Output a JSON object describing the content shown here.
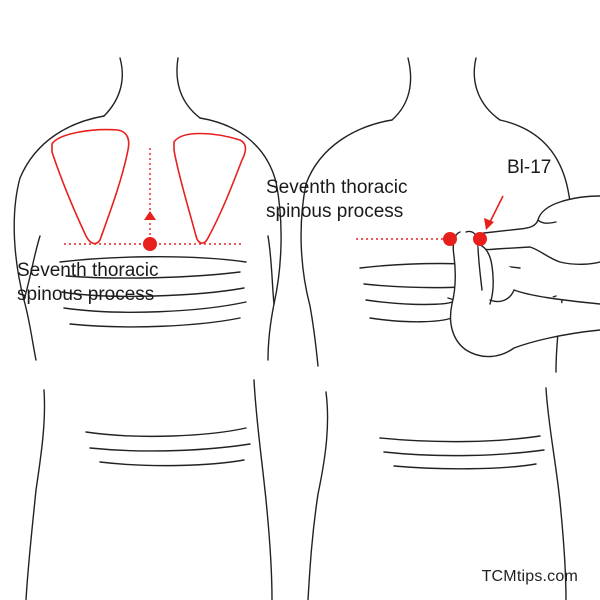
{
  "labels": {
    "left_line1": "Seventh thoracic",
    "left_line2": "spinous process",
    "right_line1": "Seventh thoracic",
    "right_line2": "spinous process",
    "point": "Bl-17"
  },
  "watermark": "TCMtips.com",
  "colors": {
    "outline": "#222222",
    "accent": "#e8201c",
    "guide": "#e8201c",
    "background": "#ffffff"
  },
  "icons": {
    "point_marker": "red-dot-icon",
    "arrow": "red-arrow-icon"
  }
}
